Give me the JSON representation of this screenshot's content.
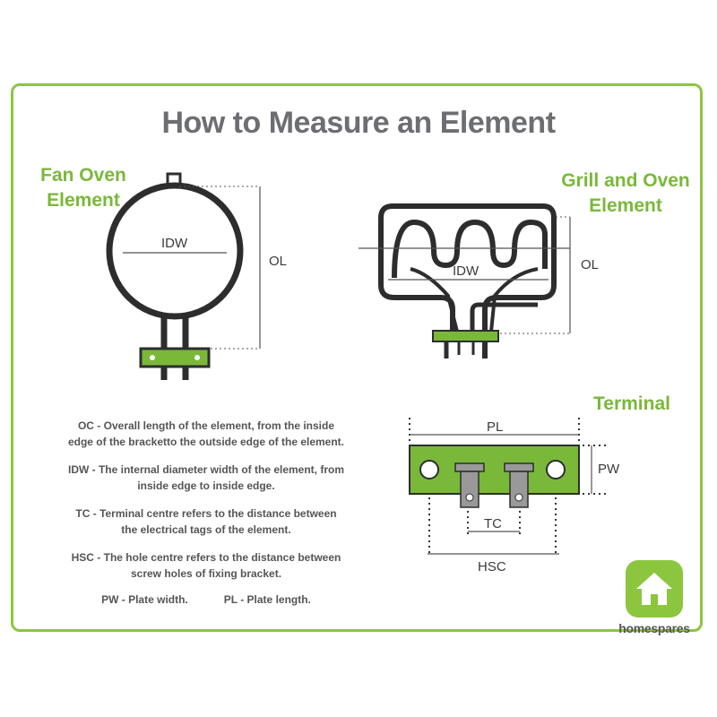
{
  "title": "How to Measure an Element",
  "fan_oven": {
    "heading_line1": "Fan Oven",
    "heading_line2": "Element",
    "idw": "IDW",
    "ol": "OL"
  },
  "grill_oven": {
    "heading_line1": "Grill and Oven",
    "heading_line2": "Element",
    "idw": "IDW",
    "ol": "OL"
  },
  "terminal": {
    "heading": "Terminal",
    "pl": "PL",
    "pw": "PW",
    "tc": "TC",
    "hsc": "HSC"
  },
  "notes": [
    {
      "line1": "OC - Overall length of the element, from the inside",
      "line2": "edge of the bracketto the outside edge of the element."
    },
    {
      "line1": "IDW - The internal diameter width of the element, from",
      "line2": "inside edge to inside edge."
    },
    {
      "line1": "TC - Terminal centre refers to the distance between",
      "line2": "the electrical tags of the element."
    },
    {
      "line1": "HSC - The hole centre refers to the distance between",
      "line2": "screw holes of fixing bracket."
    }
  ],
  "notes_last": {
    "pw": "PW - Plate width.",
    "pl": "PL - Plate length."
  },
  "logo": {
    "text_home": "home",
    "text_spares": "spares"
  },
  "colors": {
    "accent_green": "#8cc63f",
    "heading_green": "#7ab83a",
    "title_gray": "#6d6e71",
    "element_dark": "#2d2d2d"
  }
}
